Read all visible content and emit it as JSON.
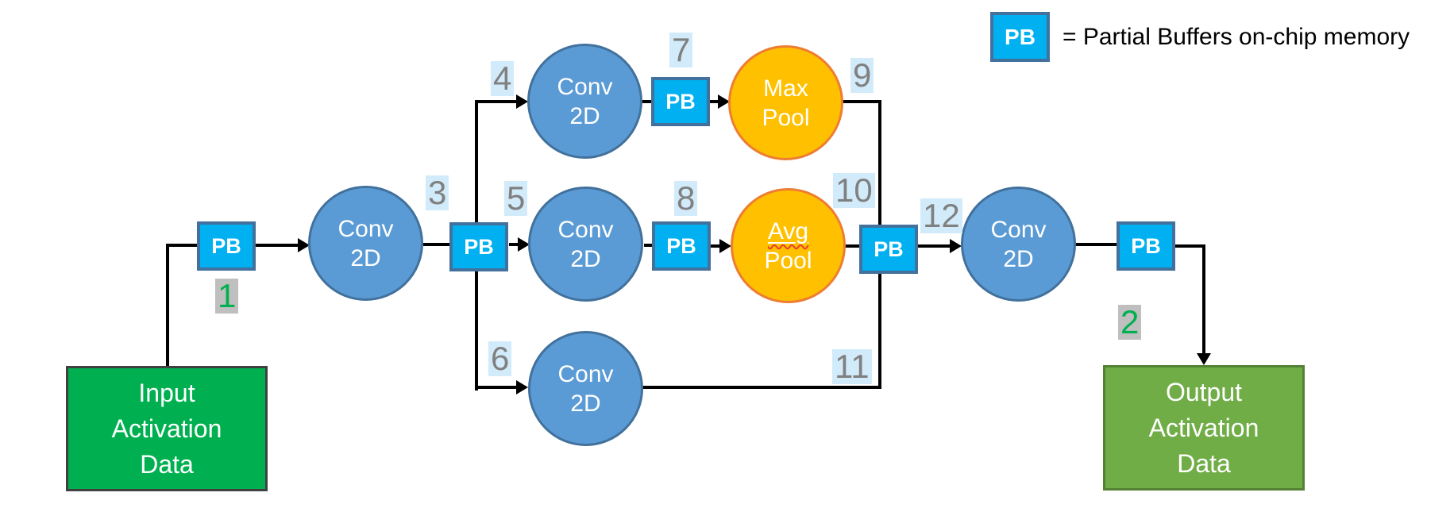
{
  "legend": {
    "pb_label": "PB",
    "description": "= Partial Buffers on-chip memory"
  },
  "nodes": {
    "pb_label": "PB",
    "input_box": {
      "lines": [
        "Input",
        "Activation",
        "Data"
      ]
    },
    "output_box": {
      "lines": [
        "Output",
        "Activation",
        "Data"
      ]
    },
    "conv2d": {
      "line1": "Conv",
      "line2": "2D"
    },
    "max_pool": {
      "line1": "Max",
      "line2": "Pool"
    },
    "avg_pool": {
      "line1": "Avg",
      "line2": "Pool"
    }
  },
  "step_labels": {
    "n1": "1",
    "n2": "2",
    "n3": "3",
    "n4": "4",
    "n5": "5",
    "n6": "6",
    "n7": "7",
    "n8": "8",
    "n9": "9",
    "n10": "10",
    "n11": "11",
    "n12": "12"
  },
  "colors": {
    "pb_fill": "#00B0F0",
    "pb_border": "#41719C",
    "conv_fill": "#5B9BD5",
    "conv_border": "#41719C",
    "pool_fill": "#FFC000",
    "pool_border": "#ED7D31",
    "input_fill": "#00B050",
    "output_fill": "#70AD47",
    "edge_color": "#000000",
    "blue_label_bg": "#D2EBFA",
    "gray_label_bg": "#BFBFBF",
    "label_text_gray": "#808080",
    "label_text_green": "#00B050"
  }
}
